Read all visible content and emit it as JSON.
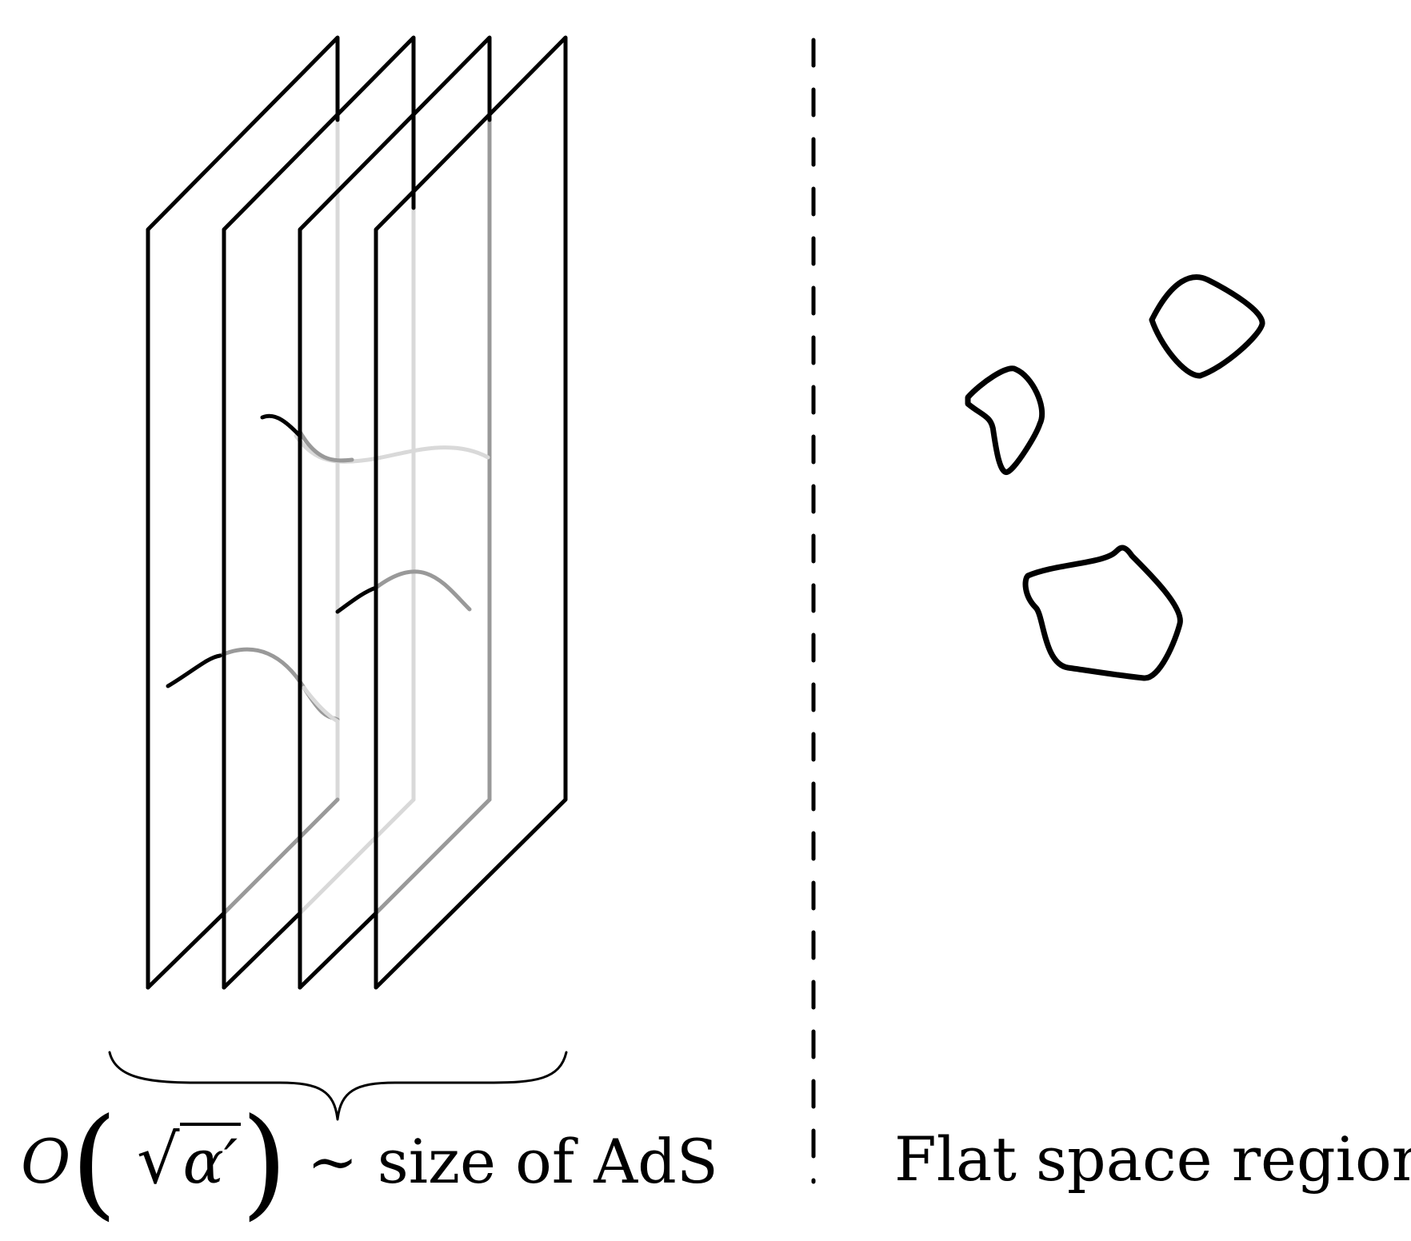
{
  "labels": {
    "left_caption": {
      "big_o": "O",
      "open_paren": "(",
      "sqrt_symbol": "√",
      "radicand": "α′",
      "close_paren": ")",
      "relation": "∼",
      "text": "size of AdS"
    },
    "right_caption": "Flat space region"
  },
  "colors": {
    "stroke": "#000000",
    "mid_gray": "#999999",
    "light_gray": "#d9d9d9"
  }
}
